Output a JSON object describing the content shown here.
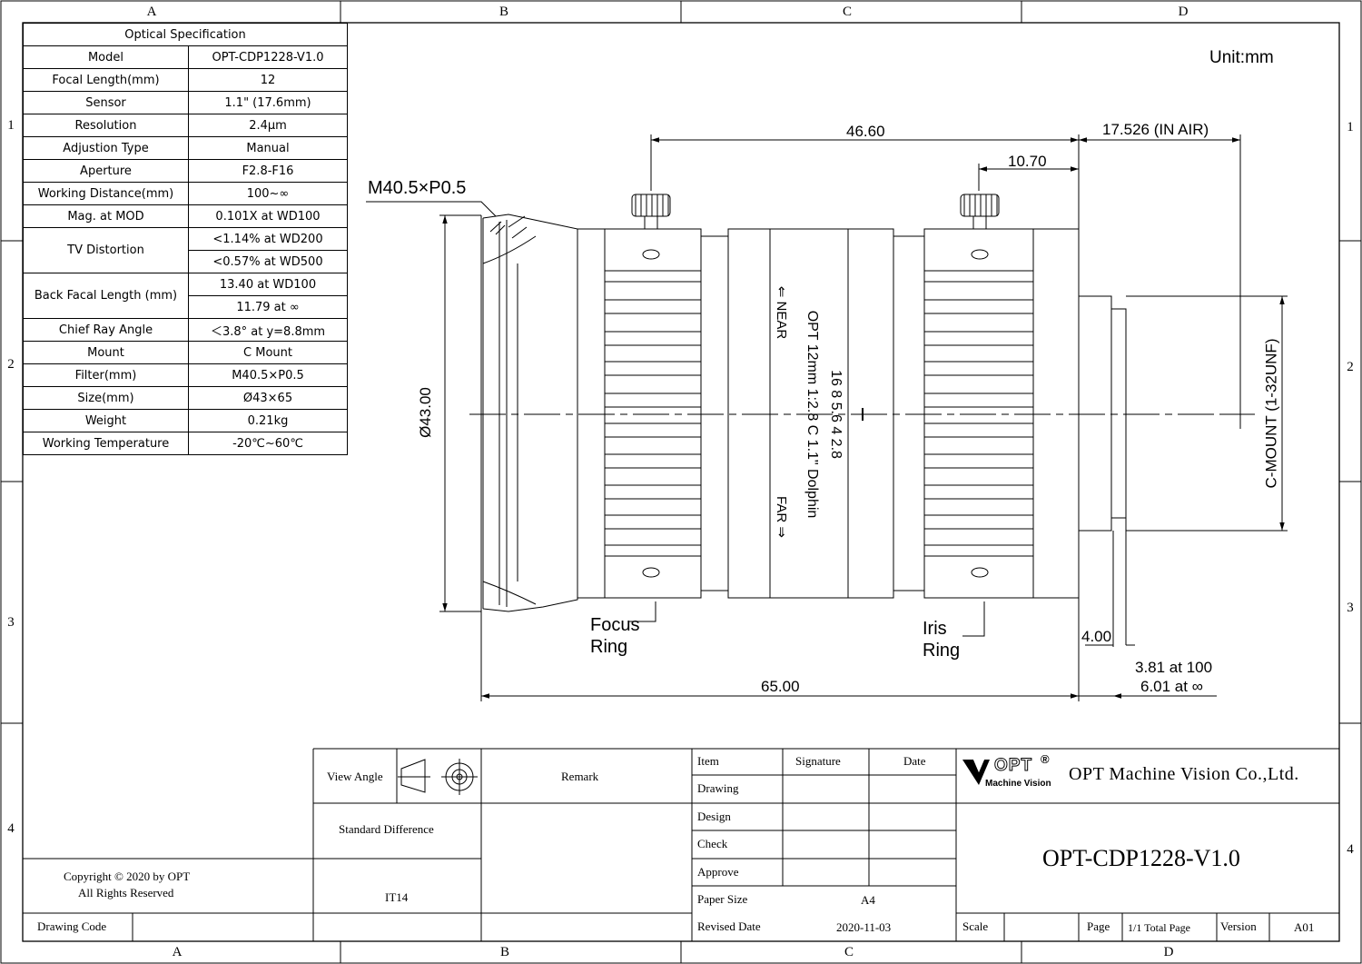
{
  "zones": {
    "top_cols": [
      "A",
      "B",
      "C",
      "D"
    ],
    "bottom_cols": [
      "A",
      "B",
      "C",
      "D"
    ],
    "left_rows": [
      "1",
      "2",
      "3",
      "4"
    ],
    "right_rows": [
      "1",
      "2",
      "3",
      "4"
    ]
  },
  "spec_table": {
    "title": "Optical Specification",
    "rows": [
      {
        "label": "Model",
        "value": "OPT-CDP1228-V1.0"
      },
      {
        "label": "Focal Length(mm)",
        "value": "12"
      },
      {
        "label": "Sensor",
        "value": "1.1\" (17.6mm)"
      },
      {
        "label": "Resolution",
        "value": "2.4μm"
      },
      {
        "label": "Adjustion Type",
        "value": "Manual"
      },
      {
        "label": "Aperture",
        "value": "F2.8-F16"
      },
      {
        "label": "Working Distance(mm)",
        "value": "100~∞"
      },
      {
        "label": "Mag. at MOD",
        "value": "0.101X at WD100"
      }
    ],
    "tv_distortion": {
      "label": "TV Distortion",
      "values": [
        "<1.14% at WD200",
        "<0.57% at WD500"
      ]
    },
    "back_focal": {
      "label": "Back Facal Length (mm)",
      "values": [
        "13.40 at WD100",
        "11.79 at ∞"
      ]
    },
    "rows2": [
      {
        "label": "Chief Ray Angle",
        "value": "＜3.8°  at y=8.8mm"
      },
      {
        "label": "Mount",
        "value": "C Mount"
      },
      {
        "label": "Filter(mm)",
        "value": "M40.5×P0.5"
      },
      {
        "label": "Size(mm)",
        "value": "Ø43×65"
      },
      {
        "label": "Weight",
        "value": "0.21kg"
      },
      {
        "label": "Working Temperature",
        "value": "-20℃~60℃"
      }
    ]
  },
  "drawing": {
    "unit": "Unit:mm",
    "thread_label": "M40.5×P0.5",
    "dim_46": "46.60",
    "dim_17": "17.526  (IN AIR)",
    "dim_10": "10.70",
    "dim_dia": "Ø43.00",
    "dim_mount": "C-MOUNT   (1-32UNF)",
    "dim_4": "4.00",
    "dim_65": "65.00",
    "dim_381": "3.81 at 100",
    "dim_601": "6.01 at ∞",
    "focus_ring": "Focus\nRing",
    "iris_ring": "Iris\nRing",
    "barrel_apertures": "16  8  5.6   4    2.8",
    "barrel_name": "OPT 12mm 1:2.8 C 1.1\" Dolphin",
    "barrel_near": "⇐ NEAR",
    "barrel_far": "FAR ⇒"
  },
  "title_block": {
    "view_angle": "View Angle",
    "remark": "Remark",
    "std_diff": "Standard Difference",
    "it14": "IT14",
    "copyright_1": "Copyright © 2020 by OPT",
    "copyright_2": "All Rights Reserved",
    "drawing_code": "Drawing Code",
    "item": "Item",
    "signature": "Signature",
    "date": "Date",
    "drawing": "Drawing",
    "design": "Design",
    "check": "Check",
    "approve": "Approve",
    "paper_size": "Paper Size",
    "paper_size_val": "A4",
    "revised_date": "Revised Date",
    "revised_date_val": "2020-11-03",
    "logo_text": "OPT",
    "logo_reg": "®",
    "logo_sub": "Machine Vision",
    "company": "OPT Machine Vision Co.,Ltd.",
    "part_no": "OPT-CDP1228-V1.0",
    "scale": "Scale",
    "page": "Page",
    "total_page": "1/1 Total Page",
    "version": "Version",
    "version_val": "A01"
  }
}
